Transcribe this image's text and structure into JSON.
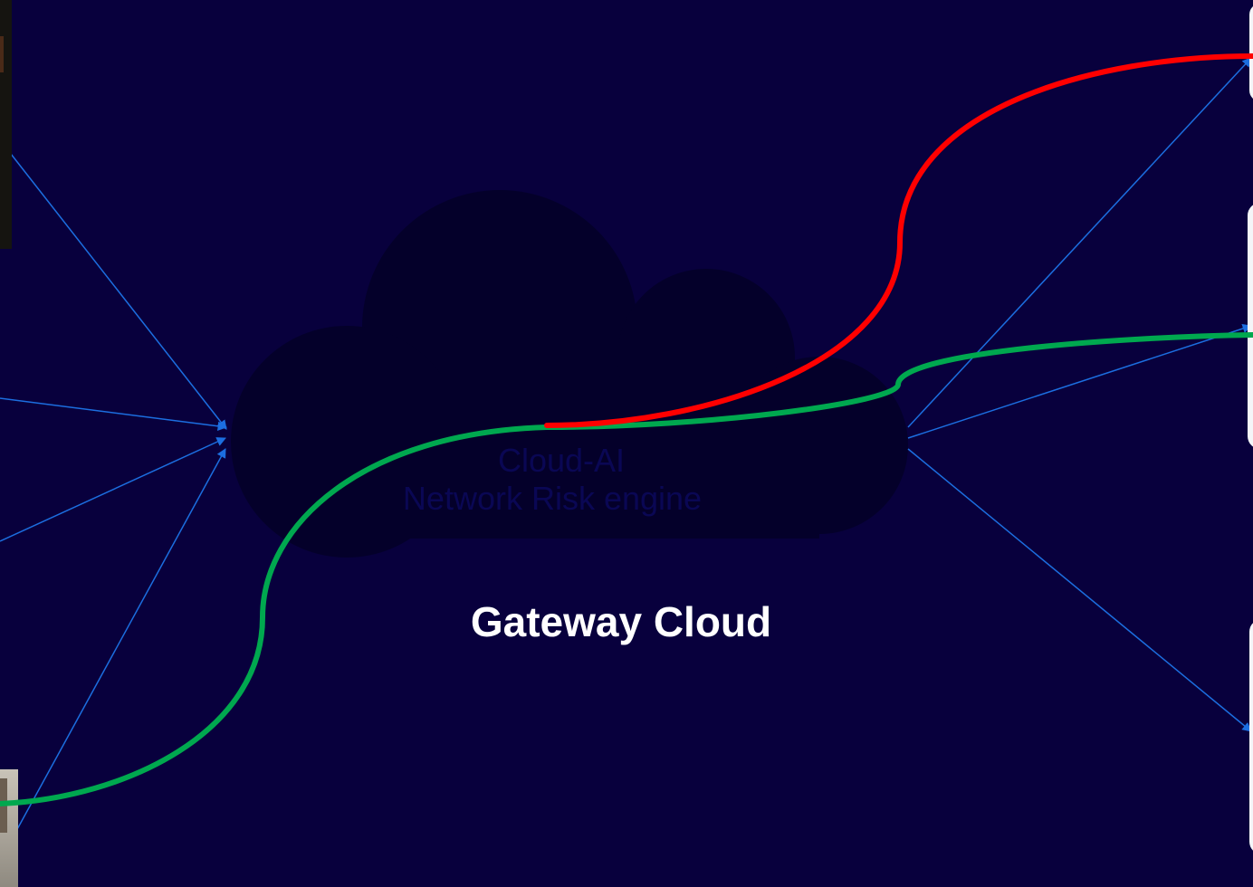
{
  "cloud": {
    "label_line1": "Cloud-AI",
    "label_line2": "Network Risk engine",
    "caption": "Gateway Cloud"
  },
  "colors": {
    "background": "#08003d",
    "cloud_fill": "#04002a",
    "connector": "#1c6ee0",
    "risk_path": "#ff0000",
    "safe_path": "#00a84f",
    "caption_text": "#ffffff"
  },
  "elements": {
    "left_devices": [
      "device-image-top-left",
      "device-image-bottom-left"
    ],
    "right_devices": [
      "device-card-top-right",
      "device-card-middle-right",
      "device-card-bottom-right"
    ],
    "paths": [
      "red-risk-path",
      "green-safe-path"
    ]
  }
}
